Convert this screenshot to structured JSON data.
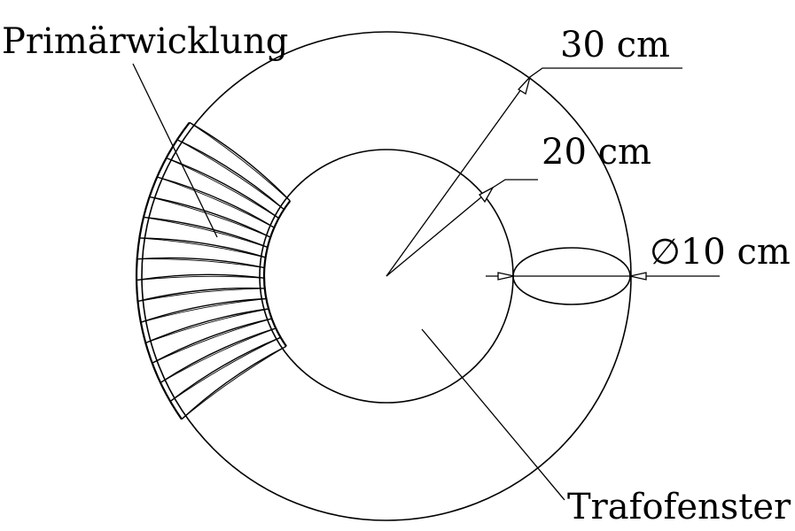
{
  "diagram": {
    "labels": {
      "primary_winding": "Primärwicklung",
      "outer_radius": "30 cm",
      "inner_radius": "20 cm",
      "cross_section_diameter": "∅10 cm",
      "core_window": "Trafofenster"
    },
    "winding_turns": 16
  }
}
